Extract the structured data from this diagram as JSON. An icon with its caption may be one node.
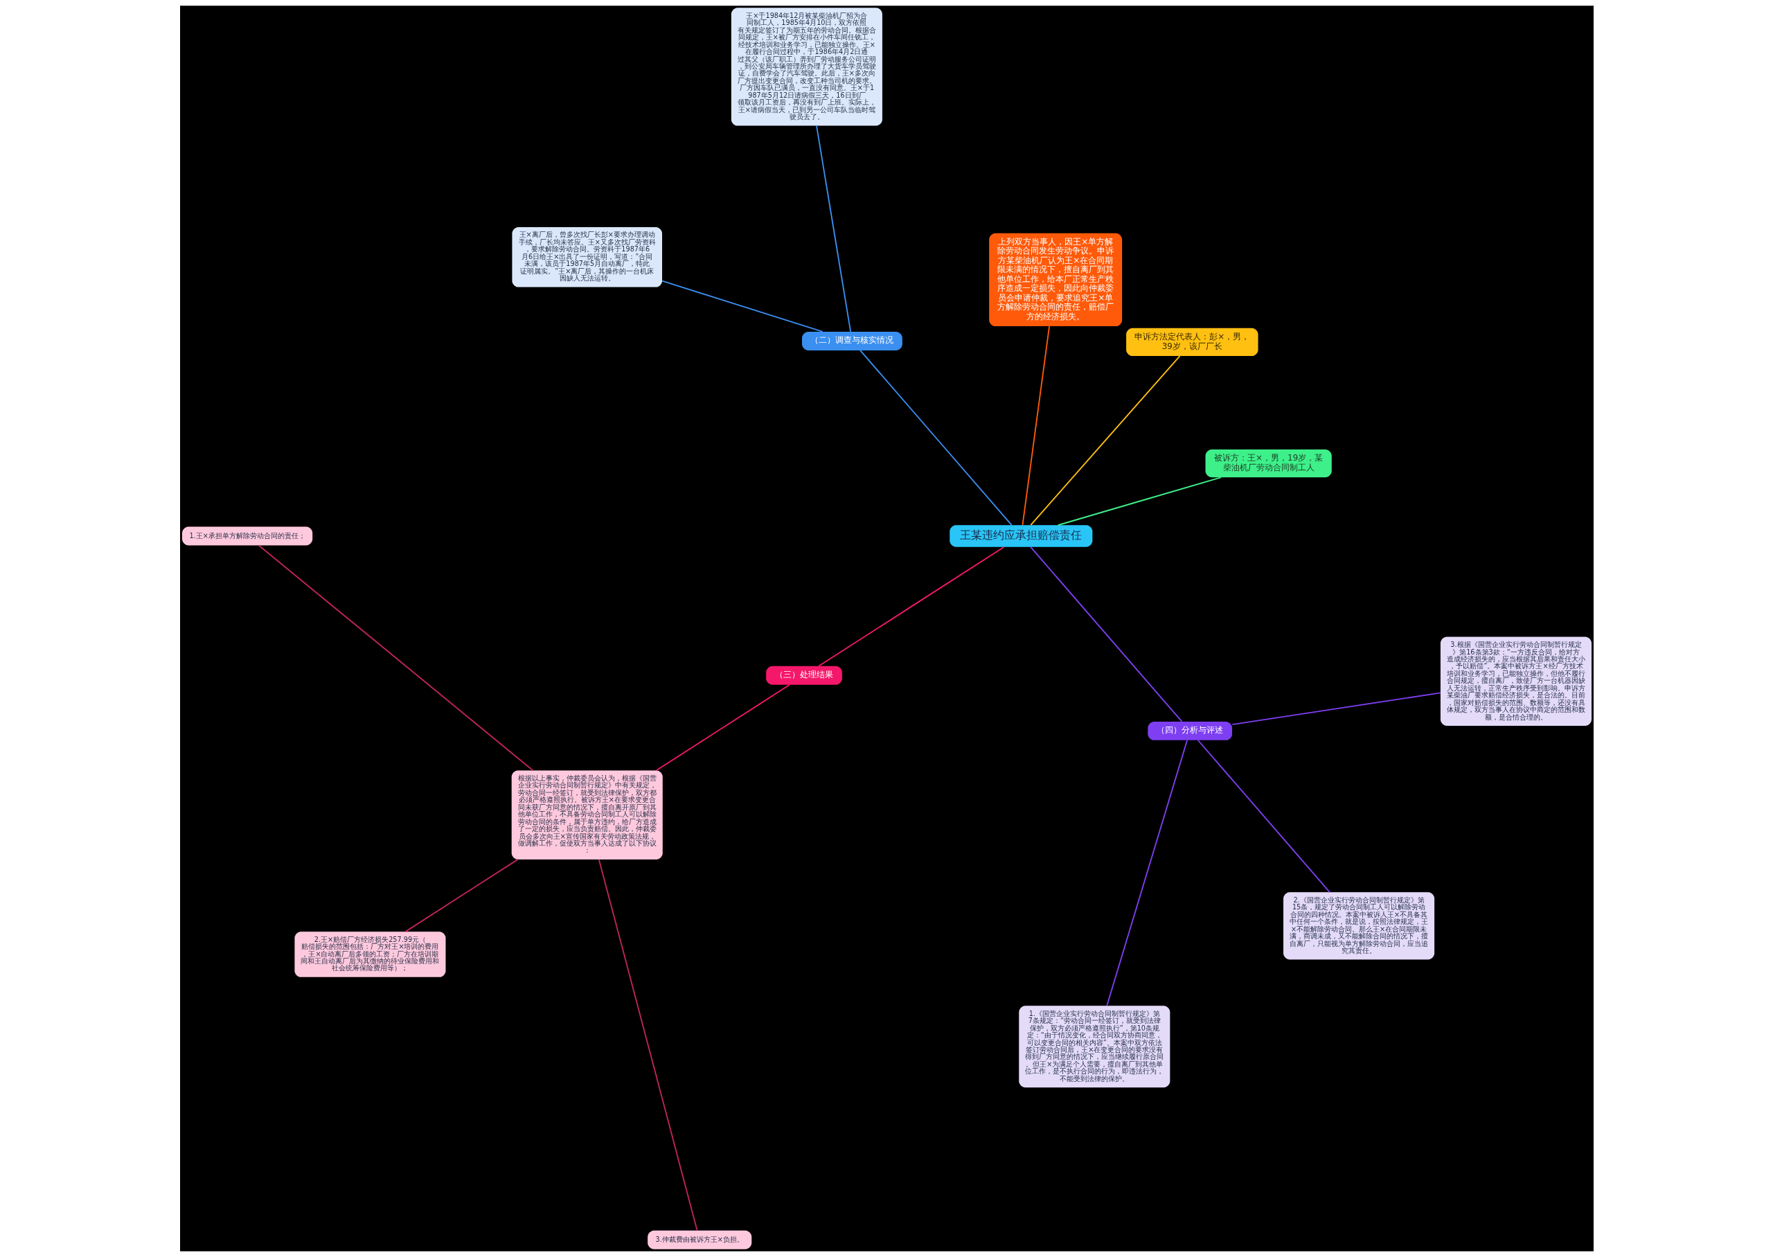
{
  "diagram": {
    "nodes": [
      {
        "text": [
          "王某违约应承担赔偿责任"
        ]
      },
      {
        "text": [
          "被诉方：王×，男，19岁，某柴油机厂劳动合同制工人"
        ]
      },
      {
        "text": [
          "申诉方法定代表人：彭×，男，39岁，该厂厂长"
        ]
      },
      {
        "text": [
          "上列双方当事人，因王×单方解除劳动合同发生劳动争议。申诉方某柴油机厂认为王×在合同期限未满的情况下，擅自离厂到其他单位工作，给本厂正常生产秩序造成一定损失，因此向仲裁委员会申请仲裁，要求追究王×单方解除劳动合同的责任，赔偿厂方的经济损失。"
        ]
      },
      {
        "text": [
          "（二）调查与核实情况"
        ]
      },
      {
        "text": [
          "王×于1984年12月被某柴油机厂招为合同制工人，1985年4月10日，双方依照有关规定签订了为期五年的劳动合同。根据合同规定，王×被厂方安排在小件车间任铣工，经技术培训和业务学习，已能独立操作。王×在履行合同过程中，于1986年4月2日通过其父（该厂职工）弄到厂劳动服务公司证明，到公安局车辆管理所办理了大货车学员驾驶证，自费学会了汽车驾驶。此后，王×多次向厂方提出变更合同，改变工种当司机的要求。厂方因车队已满员，一直没有同意。王×于1987年5月12日请病假三天，16日到厂领取该月工资后，再没有到厂上班。实际上，王×请病假当天，已到另一公司车队当临时驾驶员去了。"
        ]
      },
      {
        "text": [
          "王×离厂后，曾多次找厂长彭×要求办理调动手续，厂长均未答应。王×又多次找厂劳资科，要求解除劳动合同。劳资科于1987年6月6日给王×出具了一份证明，写道：”合同未满，该员于1987年5月自动离厂，特此证明属实。”王×离厂后，其操作的一台机床因缺人无法运转。"
        ]
      },
      {
        "text": [
          "（三）处理结果"
        ]
      },
      {
        "text": [
          "根据以上事实，仲裁委员会认为，根据《国营企业实行劳动合同制暂行规定》中有关规定，劳动合同一经签订，就受到法律保护，双方都必须严格遵照执行。被诉方王×在要求变更合同未获厂方同意的情况下，擅自离开原厂到其他单位工作，不具备劳动合同制工人可以解除劳动合同的条件，属于单方违约，给厂方造成了一定的损失，应当负责赔偿。因此，仲裁委员会多次向王×宣传国家有关劳动政策法规，做调解工作，促使双方当事人达成了以下协议："
        ]
      },
      {
        "text": [
          "1.王×承担单方解除劳动合同的责任；"
        ]
      },
      {
        "text": [
          "2.王×赔偿厂方经济损失257.99元（赔偿损失的范围包括：厂方对王×培训的费用，王×自动离厂后多领的工资；厂方在培训期间和王自动离厂后为其缴纳的待业保险费用和社会统筹保险费用等）；"
        ]
      },
      {
        "text": [
          "3.仲裁费由被诉方王×负担。"
        ]
      },
      {
        "text": [
          "（四）分析与评述"
        ]
      },
      {
        "text": [
          "1.《国营企业实行劳动合同制暂行规定》第7条规定：“劳动合同一经签订，就受到法律保护，双方必须严格遵照执行”，第10条规定：“由于情况变化，经合同双方协商同意，可以变更合同的相关内容”。本案中双方依法签订劳动合同后，王×在变更合同的要求没有得到厂方同意的情况下，应当继续履行原合同。但王×为满足个人需要，擅自离厂到其他单位工作，是不执行合同的行为，即违法行为，不能受到法律的保护。"
        ]
      },
      {
        "text": [
          "2.《国营企业实行劳动合同制暂行规定》第15条，规定了劳动合同制工人可以解除劳动合同的四种情况。本案中被诉人王×不具备其中任何一个条件，就是说，按照法律规定，王×不能解除劳动合同。那么王×在合同期限未满，商调未成，又不能解除合同的情况下，擅自离厂，只能视为单方解除劳动合同，应当追究其责任。"
        ]
      },
      {
        "text": [
          "3.根据《国营企业实行劳动合同制暂行规定》第16条第3款：“一方违反合同，给对方造成经济损失的，应当根据其后果和责任大小，予以赔偿”。本案中被诉方王×经厂方技术培训和业务学习，已能独立操作，但他不履行合同规定，擅自离厂，致使厂方一台机器因缺人无法运转，正常生产秩序受到影响。申诉方某柴油厂要求赔偿经济损失，是合法的。目前，国家对赔偿损失的范围、数额等，还没有具体规定，双方当事人在协议中商定的范围和数额，是合情合理的。"
        ]
      }
    ],
    "edges": [
      {
        "from": 0,
        "to": 1,
        "arrow": "none",
        "color": "#3ef08a"
      },
      {
        "from": 0,
        "to": 2,
        "arrow": "none",
        "color": "#ffc012"
      },
      {
        "from": 0,
        "to": 3,
        "arrow": "none",
        "color": "#ff5a0a"
      },
      {
        "from": 0,
        "to": 4,
        "arrow": "none",
        "color": "#3a8ff0"
      },
      {
        "from": 4,
        "to": 5,
        "arrow": "none",
        "color": "#3a8ff0"
      },
      {
        "from": 4,
        "to": 6,
        "arrow": "none",
        "color": "#3a8ff0"
      },
      {
        "from": 0,
        "to": 7,
        "arrow": "none",
        "color": "#f5186a"
      },
      {
        "from": 7,
        "to": 8,
        "arrow": "none",
        "color": "#f5186a"
      },
      {
        "from": 8,
        "to": 9,
        "arrow": "none",
        "color": "#c0245a"
      },
      {
        "from": 8,
        "to": 10,
        "arrow": "none",
        "color": "#c0245a"
      },
      {
        "from": 8,
        "to": 11,
        "arrow": "none",
        "color": "#c0245a"
      },
      {
        "from": 0,
        "to": 12,
        "arrow": "none",
        "color": "#7e3ff2"
      },
      {
        "from": 12,
        "to": 13,
        "arrow": "none",
        "color": "#7e3ff2"
      },
      {
        "from": 12,
        "to": 14,
        "arrow": "none",
        "color": "#7e3ff2"
      },
      {
        "from": 12,
        "to": 15,
        "arrow": "none",
        "color": "#7e3ff2"
      }
    ]
  }
}
